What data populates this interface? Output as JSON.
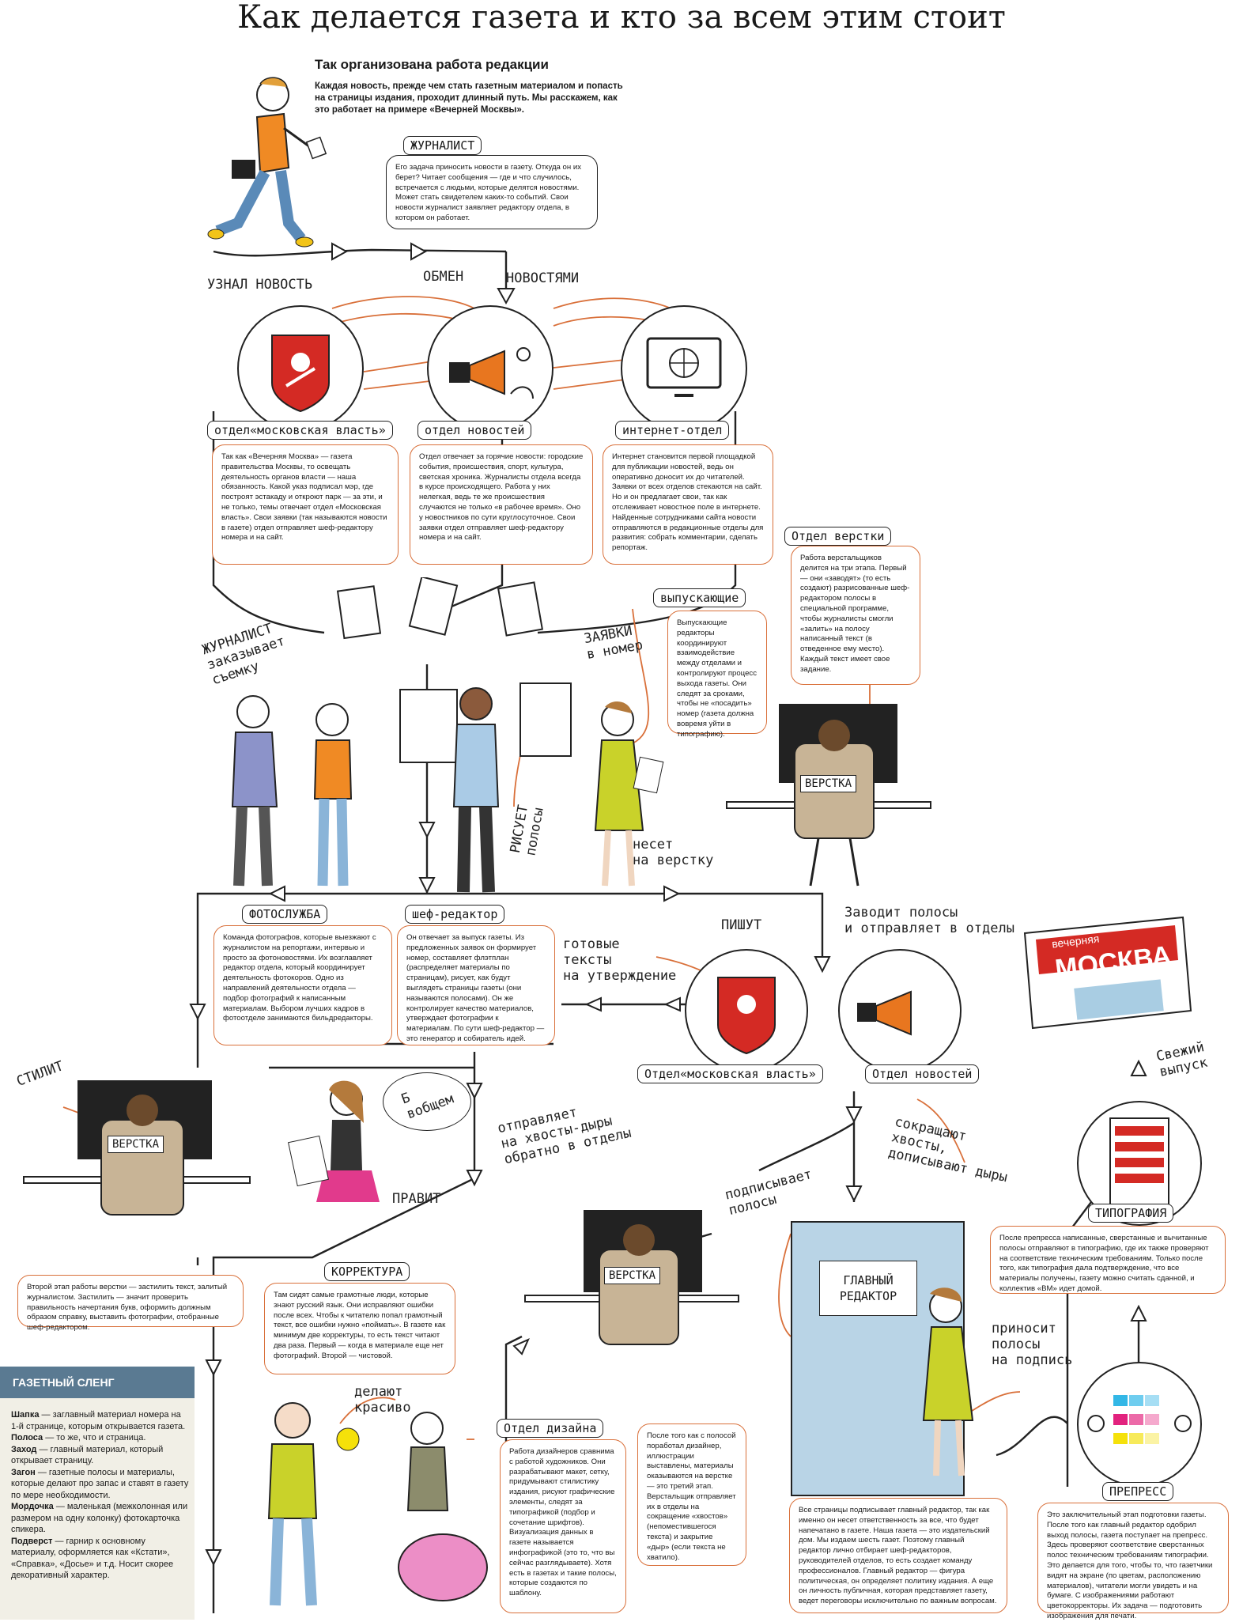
{
  "title": "Как делается газета и кто за всем этим стоит",
  "intro": {
    "heading": "Так организована работа редакции",
    "text": "Каждая новость, прежде чем стать газетным материалом и попасть на страницы издания, проходит длинный путь. Мы расскажем, как это работает на примере «Вечерней Москвы»."
  },
  "labels": {
    "journalist": "ЖУРНАЛИСТ",
    "moscow_dept": "отдел«московская власть»",
    "news_dept": "отдел новостей",
    "internet_dept": "интернет-отдел",
    "layout_dept": "Отдел верстки",
    "release": "выпускающие",
    "photo": "ФОТОСЛУЖБА",
    "chief_editor": "шеф-редактор",
    "moscow_dept2": "Отдел«московская власть»",
    "news_dept2": "Отдел новостей",
    "proofreading": "КОРРЕКТУРА",
    "design_dept": "Отдел дизайна",
    "typography": "ТИПОГРАФИЯ",
    "prepress": "ПРЕПРЕСС"
  },
  "texts": {
    "journalist": "Его задача приносить новости в газету. Откуда он их берет? Читает сообщения — где и что случилось, встречается с людьми, которые делятся новостями. Может стать свидетелем каких-то событий. Свои новости журналист заявляет редактору отдела, в котором он работает.",
    "moscow": "Так как «Вечерняя Москва» — газета правительства Москвы, то освещать деятельность органов власти — наша обязанность. Какой указ подписал мэр, где построят эстакаду и откроют парк — за эти, и не только, темы отвечает отдел «Московская власть». Свои заявки (так называются новости в газете) отдел отправляет шеф-редактору номера и на сайт.",
    "news": "Отдел отвечает за горячие новости: городские события, происшествия, спорт, культура, светская хроника. Журналисты отдела всегда в курсе происходящего. Работа у них нелегкая, ведь те же происшествия случаются не только «в рабочее время». Оно у новостников по сути круглосуточное. Свои заявки отдел отправляет шеф-редактору номера и на сайт.",
    "internet": "Интернет становится первой площадкой для публикации новостей, ведь он оперативно доносит их до читателей. Заявки от всех отделов стекаются на сайт. Но и он предлагает свои, так как отслеживает новостное поле в интернете. Найденные сотрудниками сайта новости отправляются в редакционные отделы для развития: собрать комментарии, сделать репортаж.",
    "layout": "Работа верстальщиков делится на три этапа. Первый — они «заводят» (то есть создают) разрисованные шеф-редактором полосы в специальной программе, чтобы журналисты смогли «залить» на полосу написанный текст (в отведенное ему место). Каждый текст имеет свое задание.",
    "release": "Выпускающие редакторы координируют взаимодействие между отделами и контролируют процесс выхода газеты. Они следят за сроками, чтобы не «посадить» номер (газета должна вовремя уйти в типографию).",
    "photo": "Команда фотографов, которые выезжают с журналистом на репортажи, интервью и просто за фотоновостями. Их возглавляет редактор отдела, который координирует деятельность фотокоров. Одно из направлений деятельности отдела — подбор фотографий к написанным материалам. Выбором лучших кадров в фотоотделе занимаются бильдредакторы.",
    "chief": "Он отвечает за выпуск газеты. Из предложенных заявок он формирует номер, составляет флэтплан (распределяет материалы по страницам), рисует, как будут выглядеть страницы газеты (они называются полосами). Он же контролирует качество материалов, утверждает фотографии к материалам. По сути шеф-редактор — это генератор и собиратель идей.",
    "layout2": "Второй этап работы верстки — застилить текст, залитый журналистом. Застилить — значит проверить правильность начертания букв, оформить должным образом справку, выставить фотографии, отобранные шеф-редактором.",
    "proof": "Там сидят самые грамотные люди, которые знают русский язык. Они исправляют ошибки после всех. Чтобы к читателю попал грамотный текст, все ошибки нужно «поймать». В газете как минимум две корректуры, то есть текст читают два раза. Первый — когда в материале еще нет фотографий. Второй — чистовой.",
    "design": "Работа дизайнеров сравнима с работой художников. Они разрабатывают макет, сетку, придумывают стилистику издания, рисуют графические элементы, следят за типографикой (подбор и сочетание шрифтов). Визуализация данных в газете называется инфографикой (это то, что вы сейчас разглядываете). Хотя есть в газетах и такие полосы, которые создаются по шаблону.",
    "layout3": "После того как с полосой поработал дизайнер, иллюстрации выставлены, материалы оказываются на верстке — это третий этап. Верстальщик отправляет их в отделы на сокращение «хвостов» (непоместившегося текста) и закрытие «дыр» (если текста не хватило).",
    "chief_main": "Все страницы подписывает главный редактор, так как именно он несет ответственность за все, что будет напечатано в газете. Наша газета — это издательский дом. Мы издаем шесть газет. Поэтому главный редактор лично отбирает шеф-редакторов, руководителей отделов, то есть создает команду профессионалов. Главный редактор — фигура политическая, он определяет политику издания. А еще он личность публичная, которая представляет газету, ведет переговоры исключительно по важным вопросам.",
    "typography": "После препресса написанные, сверстанные и вычитанные полосы отправляют в типографию, где их также проверяют на соответствие техническим требованиям. Только после того, как типография дала подтверждение, что все материалы получены, газету можно считать сданной, и коллектив «ВМ» идет домой.",
    "prepress": "Это заключительный этап подготовки газеты. После того как главный редактор одобрил выход полосы, газета поступает на препресс. Здесь проверяют соответствие сверстанных полос техническим требованиям типографии. Это делается для того, чтобы то, что газетчики видят на экране (по цветам, расположению материалов), читатели могли увидеть и на бумаге. С изображениями работают цветокорректоры. Их задача — подготовить изображения для печати."
  },
  "handwritten": {
    "learned": "УЗНАЛ НОВОСТЬ",
    "exchange1": "ОБМЕН",
    "exchange2": "НОВОСТЯМИ",
    "orders_photo": "ЖУРНАЛИСТ\nзаказывает\nсъемку",
    "requests": "ЗАЯВКИ\nв номер",
    "draws_pages": "РИСУЕТ\nполосы",
    "carries": "несет\nна верстку",
    "sets_pages": "Заводит полосы\nи отправляет в отделы",
    "ready_texts": "готовые\nтексты\nна утверждение",
    "write": "ПИШУТ",
    "stylist": "СТИЛИТ",
    "in_general": "Б\nвобщем",
    "edits": "ПРАВИТ",
    "sends_back": "отправляет\nна хвосты-дыры\nобратно в отделы",
    "cut_tails": "сокращают\nхвосты,\nдописывают дыры",
    "signs": "подписывает\nполосы",
    "brings": "приносит\nполосы\nна подпись",
    "fresh": "Свежий\nвыпуск",
    "beautiful": "делают\nкрасиво"
  },
  "screens": {
    "verstka": "ВЕРСТКА",
    "main_editor": "ГЛАВНЫЙ\nРЕДАКТОР",
    "newspaper_top": "вечерняя",
    "newspaper_name": "МОСКВА"
  },
  "slang": {
    "heading": "ГАЗЕТНЫЙ СЛЕНГ",
    "items": [
      {
        "term": "Шапка",
        "def": " — заглавный материал номера на 1-й странице, которым открывается газета."
      },
      {
        "term": "Полоса",
        "def": " — то же, что и страница."
      },
      {
        "term": "Заход",
        "def": " — главный материал, который открывает страницу."
      },
      {
        "term": "Загон",
        "def": " — газетные полосы и материалы, которые делают про запас и ставят в газету по мере необходимости."
      },
      {
        "term": "Мордочка",
        "def": " — маленькая (межколонная или размером на одну колонку) фотокарточка спикера."
      },
      {
        "term": "Подверст",
        "def": " — гарнир к основному материалу, оформляется как «Кстати», «Справка», «Досье» и т.д. Носит скорее декоративный характер."
      }
    ]
  },
  "colors": {
    "accent": "#d9703a",
    "slang_header": "#5a7a92",
    "slang_bg": "#f1efe6",
    "coat_red": "#d42a24",
    "megaphone": "#e8761f",
    "dress": "#c9d22a",
    "door": "#b9d4e6"
  }
}
